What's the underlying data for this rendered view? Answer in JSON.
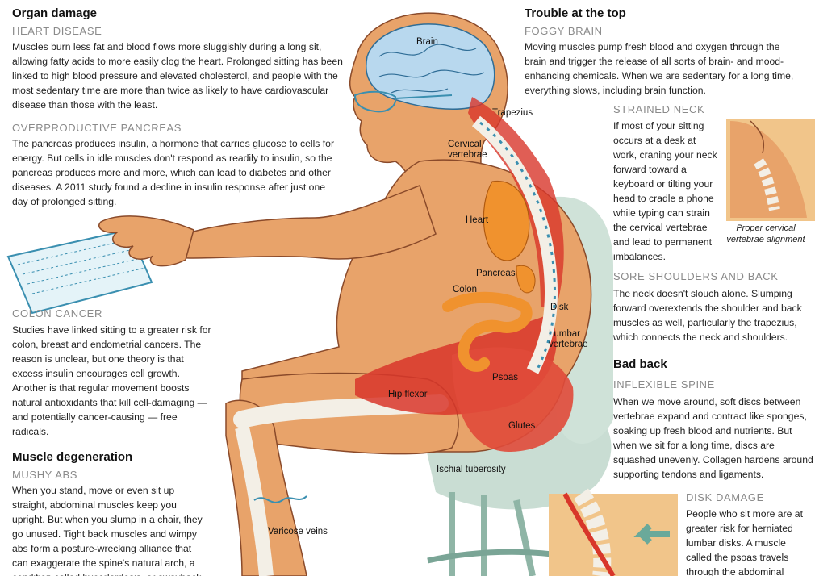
{
  "organ_damage": {
    "heading": "Organ damage",
    "heart_disease": {
      "title": "HEART DISEASE",
      "body": "Muscles burn less fat and blood flows more sluggishly during a long sit, allowing fatty acids to more easily clog the heart. Prolonged sitting has been linked to high blood pressure and elevated cholesterol, and people with the most sedentary time are more than twice as likely to have cardiovascular disease than those with the least."
    },
    "pancreas": {
      "title": "OVERPRODUCTIVE PANCREAS",
      "body": "The pancreas produces insulin, a hormone that carries glucose to cells for energy. But cells in idle muscles don't respond as readily to insulin, so the pancreas produces more and more, which can lead to diabetes and other diseases. A 2011 study found a decline in insulin response after just one day of prolonged sitting."
    },
    "colon_cancer": {
      "title": "COLON CANCER",
      "body": "Studies have linked sitting to a greater risk for colon, breast and endometrial cancers. The reason is unclear, but one theory is that excess insulin encourages cell growth. Another is that regular movement boosts natural antioxidants that kill cell-damaging — and potentially cancer-causing — free radicals."
    }
  },
  "muscle": {
    "heading": "Muscle degeneration",
    "mushy_abs": {
      "title": "MUSHY ABS",
      "body": "When you stand, move or even sit up straight, abdominal muscles keep you upright. But when you slump in a chair, they go unused. Tight back muscles and wimpy abs form a posture-wrecking alliance that can exaggerate the spine's natural arch, a condition called hyperlordosis, or swayback."
    }
  },
  "top": {
    "heading": "Trouble at the top",
    "foggy_brain": {
      "title": "FOGGY BRAIN",
      "body": "Moving muscles pump fresh blood and oxygen through the brain and trigger the release of all sorts of brain- and mood-enhancing chemicals. When we are sedentary for a long time, everything slows, including brain function."
    },
    "strained_neck": {
      "title": "STRAINED NECK",
      "body": "If most of your sitting occurs at a desk at work, craning your neck forward toward a keyboard or tilting your head to cradle a phone while typing can strain the cervical vertebrae and lead to permanent imbalances."
    },
    "neck_caption": "Proper cervical vertebrae alignment",
    "sore_shoulders": {
      "title": "SORE SHOULDERS AND BACK",
      "body": "The neck doesn't slouch alone. Slumping forward overextends the shoulder and back muscles as well, particularly the trapezius, which connects the neck and shoulders."
    }
  },
  "back": {
    "heading": "Bad back",
    "inflexible_spine": {
      "title": "INFLEXIBLE SPINE",
      "body": "When we move around, soft discs between vertebrae expand and contract like sponges, soaking up fresh blood and nutrients. But when we sit for a long time, discs are squashed unevenly. Collagen hardens around supporting tendons and ligaments."
    },
    "disk_damage": {
      "title": "DISK DAMAGE",
      "body": "People who sit more are at greater risk for herniated lumbar disks. A muscle called the psoas travels through the abdominal cavity"
    }
  },
  "labels": {
    "brain": "Brain",
    "trapezius": "Trapezius",
    "cervical": "Cervical vertebrae",
    "heart": "Heart",
    "pancreas": "Pancreas",
    "colon": "Colon",
    "disk": "Disk",
    "lumbar": "Lumbar vertebrae",
    "psoas": "Psoas",
    "hip_flexor": "Hip flexor",
    "glutes": "Glutes",
    "ischial": "Ischial tuberosity",
    "varicose": "Varicose veins"
  },
  "colors": {
    "skin": "#e8a36a",
    "muscle": "#d8362a",
    "bone": "#f3efe6",
    "organ": "#f0922e",
    "chair": "#c9ddd3"
  }
}
